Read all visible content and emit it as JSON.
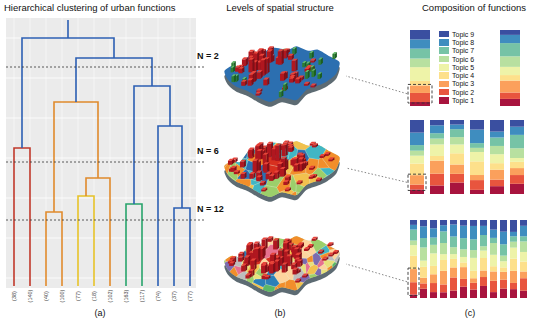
{
  "diagram": {
    "labels": [
      "Hierarchical clustering of urban functions",
      "Levels of spatial structure",
      "Composition of functions",
      "N = 2",
      "N = 6",
      "N = 12",
      "(38)",
      "(140)",
      "(40)",
      "(100)",
      "(77)",
      "(18)",
      "(102)",
      "(163)",
      "(117)",
      "(74)",
      "(37)",
      "(77)",
      "(a)",
      "(b)",
      "(c)"
    ],
    "legend": [
      {
        "text": "Topic 9",
        "color": "#3a4fa0"
      },
      {
        "text": "Topic 8",
        "color": "#3f8dbf"
      },
      {
        "text": "Topic 7",
        "color": "#76c3a6"
      },
      {
        "text": "Topic 6",
        "color": "#b8e0a0"
      },
      {
        "text": "Topic 5",
        "color": "#eef3a8"
      },
      {
        "text": "Topic 4",
        "color": "#fde08b"
      },
      {
        "text": "Topic 3",
        "color": "#fba05c"
      },
      {
        "text": "Topic 2",
        "color": "#e8553e"
      },
      {
        "text": "Topic 1",
        "color": "#a8143e"
      }
    ]
  }
}
